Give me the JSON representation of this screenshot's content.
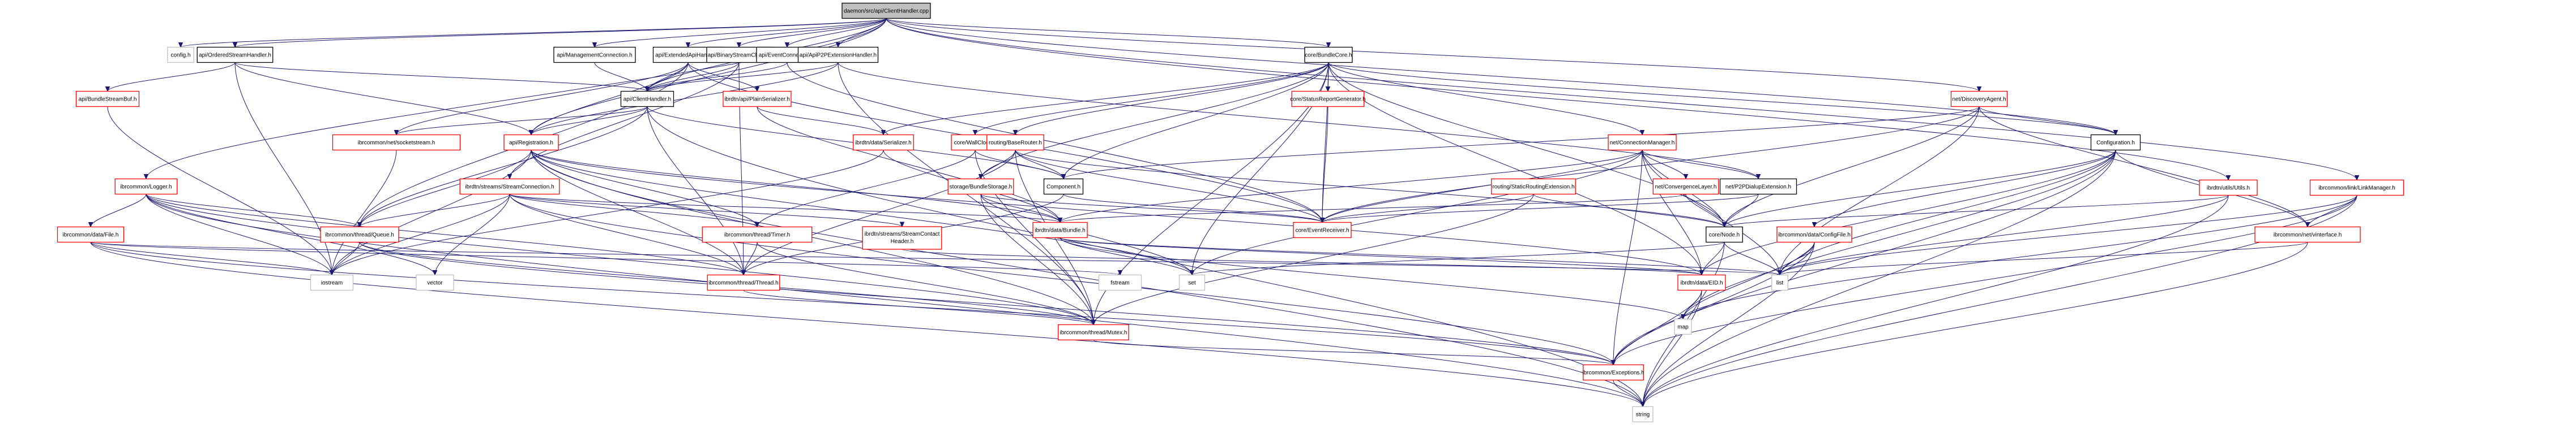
{
  "graph": {
    "title": "daemon/src/api/ClientHandler.cpp",
    "type": "include-dependency-graph",
    "legend": {
      "root": "file being documented (gray fill)",
      "plain": "documented header without further graph (black border)",
      "red": "header with truncated include graph (red border)",
      "sys": "system/std header (gray border)"
    },
    "colors": {
      "edge": "#191970",
      "root_fill": "#bfbfbf",
      "red_border": "#ff0000",
      "sys_border": "#bfbfbf",
      "plain_border": "#000000"
    },
    "nodes": [
      {
        "id": "root",
        "label": "daemon/src/api/ClientHandler.cpp",
        "kind": "root"
      },
      {
        "id": "config",
        "label": "config.h",
        "kind": "sys"
      },
      {
        "id": "ordered",
        "label": "api/OrderedStreamHandler.h",
        "kind": "plain"
      },
      {
        "id": "mgmt",
        "label": "api/ManagementConnection.h",
        "kind": "plain"
      },
      {
        "id": "extapi",
        "label": "api/ExtendedApiHandler.h",
        "kind": "plain"
      },
      {
        "id": "binclient",
        "label": "api/BinaryStreamClient.h",
        "kind": "plain"
      },
      {
        "id": "eventconn",
        "label": "api/EventConnection.h",
        "kind": "plain"
      },
      {
        "id": "p2pext",
        "label": "api/ApiP2PExtensionHandler.h",
        "kind": "plain"
      },
      {
        "id": "bundlecore",
        "label": "core/BundleCore.h",
        "kind": "plain"
      },
      {
        "id": "bsbuf",
        "label": "api/BundleStreamBuf.h",
        "kind": "red"
      },
      {
        "id": "clienth",
        "label": "api/ClientHandler.h",
        "kind": "plain"
      },
      {
        "id": "plainser",
        "label": "ibrdtn/api/PlainSerializer.h",
        "kind": "red"
      },
      {
        "id": "statusrep",
        "label": "core/StatusReportGenerator.h",
        "kind": "red"
      },
      {
        "id": "discovery",
        "label": "net/DiscoveryAgent.h",
        "kind": "red"
      },
      {
        "id": "socketstream",
        "label": "ibrcommon/net/socketstream.h",
        "kind": "red"
      },
      {
        "id": "registration",
        "label": "api/Registration.h",
        "kind": "red"
      },
      {
        "id": "serializer",
        "label": "ibrdtn/data/Serializer.h",
        "kind": "red"
      },
      {
        "id": "wallclock",
        "label": "core/WallClock.h",
        "kind": "red"
      },
      {
        "id": "baserouter",
        "label": "routing/BaseRouter.h",
        "kind": "red"
      },
      {
        "id": "connmgr",
        "label": "net/ConnectionManager.h",
        "kind": "red"
      },
      {
        "id": "configuration",
        "label": "Configuration.h",
        "kind": "plain"
      },
      {
        "id": "utils",
        "label": "ibrdtn/utils/Utils.h",
        "kind": "red"
      },
      {
        "id": "linkmgr",
        "label": "ibrcommon/link/LinkManager.h",
        "kind": "red"
      },
      {
        "id": "logger",
        "label": "ibrcommon/Logger.h",
        "kind": "red"
      },
      {
        "id": "streamconn",
        "label": "ibrdtn/streams/StreamConnection.h",
        "kind": "red"
      },
      {
        "id": "bundlestorage",
        "label": "storage/BundleStorage.h",
        "kind": "red"
      },
      {
        "id": "component",
        "label": "Component.h",
        "kind": "plain"
      },
      {
        "id": "staticrouting",
        "label": "routing/StaticRoutingExtension.h",
        "kind": "red"
      },
      {
        "id": "convlayer",
        "label": "net/ConvergenceLayer.h",
        "kind": "red"
      },
      {
        "id": "p2pdialup",
        "label": "net/P2PDialupExtension.h",
        "kind": "plain"
      },
      {
        "id": "file",
        "label": "ibrcommon/data/File.h",
        "kind": "red"
      },
      {
        "id": "queue",
        "label": "ibrcommon/thread/Queue.h",
        "kind": "red"
      },
      {
        "id": "timer",
        "label": "ibrcommon/thread/Timer.h",
        "kind": "red"
      },
      {
        "id": "sch",
        "label": "ibrdtn/streams/StreamContact Header.h",
        "kind": "red"
      },
      {
        "id": "bundle",
        "label": "ibrdtn/data/Bundle.h",
        "kind": "red"
      },
      {
        "id": "eventrecv",
        "label": "core/EventReceiver.h",
        "kind": "red"
      },
      {
        "id": "node",
        "label": "core/Node.h",
        "kind": "plain"
      },
      {
        "id": "configfile",
        "label": "ibrcommon/data/ConfigFile.h",
        "kind": "red"
      },
      {
        "id": "vinterface",
        "label": "ibrcommon/net/vinterface.h",
        "kind": "red"
      },
      {
        "id": "iostream",
        "label": "iostream",
        "kind": "sys"
      },
      {
        "id": "vector",
        "label": "vector",
        "kind": "sys"
      },
      {
        "id": "thread",
        "label": "ibrcommon/thread/Thread.h",
        "kind": "red"
      },
      {
        "id": "fstream",
        "label": "fstream",
        "kind": "sys"
      },
      {
        "id": "set",
        "label": "set",
        "kind": "sys"
      },
      {
        "id": "eid",
        "label": "ibrdtn/data/EID.h",
        "kind": "red"
      },
      {
        "id": "list",
        "label": "list",
        "kind": "sys"
      },
      {
        "id": "mutex",
        "label": "ibrcommon/thread/Mutex.h",
        "kind": "red"
      },
      {
        "id": "map",
        "label": "map",
        "kind": "sys"
      },
      {
        "id": "exceptions",
        "label": "ibrcommon/Exceptions.h",
        "kind": "red"
      },
      {
        "id": "string",
        "label": "string",
        "kind": "sys"
      }
    ],
    "edges": [
      [
        "root",
        "config"
      ],
      [
        "root",
        "ordered"
      ],
      [
        "root",
        "mgmt"
      ],
      [
        "root",
        "extapi"
      ],
      [
        "root",
        "binclient"
      ],
      [
        "root",
        "eventconn"
      ],
      [
        "root",
        "p2pext"
      ],
      [
        "root",
        "bundlecore"
      ],
      [
        "root",
        "discovery"
      ],
      [
        "root",
        "configuration"
      ],
      [
        "root",
        "utils"
      ],
      [
        "root",
        "linkmgr"
      ],
      [
        "root",
        "logger"
      ],
      [
        "root",
        "clienth"
      ],
      [
        "root",
        "registration"
      ],
      [
        "ordered",
        "bsbuf"
      ],
      [
        "ordered",
        "clienth"
      ],
      [
        "ordered",
        "iostream"
      ],
      [
        "ordered",
        "registration"
      ],
      [
        "mgmt",
        "clienth"
      ],
      [
        "extapi",
        "clienth"
      ],
      [
        "extapi",
        "plainser"
      ],
      [
        "extapi",
        "registration"
      ],
      [
        "extapi",
        "socketstream"
      ],
      [
        "extapi",
        "eventrecv"
      ],
      [
        "extapi",
        "queue"
      ],
      [
        "binclient",
        "clienth"
      ],
      [
        "binclient",
        "streamconn"
      ],
      [
        "binclient",
        "thread"
      ],
      [
        "eventconn",
        "clienth"
      ],
      [
        "eventconn",
        "eventrecv"
      ],
      [
        "p2pext",
        "clienth"
      ],
      [
        "p2pext",
        "p2pdialup"
      ],
      [
        "p2pext",
        "registration"
      ],
      [
        "p2pext",
        "mutex"
      ],
      [
        "bundlecore",
        "statusrep"
      ],
      [
        "bundlecore",
        "serializer"
      ],
      [
        "bundlecore",
        "wallclock"
      ],
      [
        "bundlecore",
        "baserouter"
      ],
      [
        "bundlecore",
        "connmgr"
      ],
      [
        "bundlecore",
        "bundlestorage"
      ],
      [
        "bundlecore",
        "component"
      ],
      [
        "bundlecore",
        "eventrecv"
      ],
      [
        "bundlecore",
        "eid"
      ],
      [
        "bundlecore",
        "set"
      ],
      [
        "bundlecore",
        "mutex"
      ],
      [
        "bundlecore",
        "configuration"
      ],
      [
        "bundlecore",
        "node"
      ],
      [
        "bsbuf",
        "iostream"
      ],
      [
        "clienth",
        "socketstream"
      ],
      [
        "clienth",
        "registration"
      ],
      [
        "clienth",
        "thread"
      ],
      [
        "clienth",
        "queue"
      ],
      [
        "clienth",
        "component"
      ],
      [
        "clienth",
        "string"
      ],
      [
        "plainser",
        "serializer"
      ],
      [
        "plainser",
        "bundle"
      ],
      [
        "statusrep",
        "eventrecv"
      ],
      [
        "discovery",
        "component"
      ],
      [
        "discovery",
        "configuration"
      ],
      [
        "discovery",
        "node"
      ],
      [
        "discovery",
        "vinterface"
      ],
      [
        "discovery",
        "eventrecv"
      ],
      [
        "discovery",
        "list"
      ],
      [
        "socketstream",
        "iostream"
      ],
      [
        "registration",
        "queue"
      ],
      [
        "registration",
        "timer"
      ],
      [
        "registration",
        "bundle"
      ],
      [
        "registration",
        "eid"
      ],
      [
        "registration",
        "set"
      ],
      [
        "registration",
        "thread"
      ],
      [
        "registration",
        "iostream"
      ],
      [
        "registration",
        "mutex"
      ],
      [
        "registration",
        "string"
      ],
      [
        "serializer",
        "bundle"
      ],
      [
        "serializer",
        "iostream"
      ],
      [
        "wallclock",
        "component"
      ],
      [
        "wallclock",
        "timer"
      ],
      [
        "wallclock",
        "mutex"
      ],
      [
        "baserouter",
        "bundlestorage"
      ],
      [
        "baserouter",
        "component"
      ],
      [
        "baserouter",
        "eventrecv"
      ],
      [
        "baserouter",
        "thread"
      ],
      [
        "baserouter",
        "node"
      ],
      [
        "baserouter",
        "mutex"
      ],
      [
        "connmgr",
        "convlayer"
      ],
      [
        "connmgr",
        "p2pdialup"
      ],
      [
        "connmgr",
        "node"
      ],
      [
        "connmgr",
        "eid"
      ],
      [
        "connmgr",
        "eventrecv"
      ],
      [
        "connmgr",
        "bundle"
      ],
      [
        "connmgr",
        "exceptions"
      ],
      [
        "connmgr",
        "list"
      ],
      [
        "connmgr",
        "set"
      ],
      [
        "configuration",
        "configfile"
      ],
      [
        "configuration",
        "node"
      ],
      [
        "configuration",
        "vinterface"
      ],
      [
        "configuration",
        "exceptions"
      ],
      [
        "configuration",
        "list"
      ],
      [
        "configuration",
        "map"
      ],
      [
        "configuration",
        "string"
      ],
      [
        "configuration",
        "eid"
      ],
      [
        "utils",
        "node"
      ],
      [
        "utils",
        "string"
      ],
      [
        "utils",
        "list"
      ],
      [
        "linkmgr",
        "vinterface"
      ],
      [
        "linkmgr",
        "map"
      ],
      [
        "linkmgr",
        "list"
      ],
      [
        "linkmgr",
        "string"
      ],
      [
        "linkmgr",
        "exceptions"
      ],
      [
        "logger",
        "file"
      ],
      [
        "logger",
        "queue"
      ],
      [
        "logger",
        "thread"
      ],
      [
        "logger",
        "iostream"
      ],
      [
        "logger",
        "vector"
      ],
      [
        "logger",
        "mutex"
      ],
      [
        "logger",
        "string"
      ],
      [
        "streamconn",
        "queue"
      ],
      [
        "streamconn",
        "timer"
      ],
      [
        "streamconn",
        "sch"
      ],
      [
        "streamconn",
        "bundle"
      ],
      [
        "streamconn",
        "iostream"
      ],
      [
        "streamconn",
        "vector"
      ],
      [
        "streamconn",
        "thread"
      ],
      [
        "streamconn",
        "exceptions"
      ],
      [
        "bundlestorage",
        "bundle"
      ],
      [
        "bundlestorage",
        "eventrecv"
      ],
      [
        "bundlestorage",
        "mutex"
      ],
      [
        "bundlestorage",
        "set"
      ],
      [
        "component",
        "thread"
      ],
      [
        "component",
        "eventrecv"
      ],
      [
        "staticrouting",
        "eventrecv"
      ],
      [
        "staticrouting",
        "node"
      ],
      [
        "staticrouting",
        "mutex"
      ],
      [
        "convlayer",
        "node"
      ],
      [
        "convlayer",
        "bundle"
      ],
      [
        "p2pdialup",
        "node"
      ],
      [
        "p2pdialup",
        "eventrecv"
      ],
      [
        "file",
        "iostream"
      ],
      [
        "file",
        "fstream"
      ],
      [
        "file",
        "list"
      ],
      [
        "file",
        "string"
      ],
      [
        "file",
        "exceptions"
      ],
      [
        "queue",
        "iostream"
      ],
      [
        "queue",
        "mutex"
      ],
      [
        "queue",
        "exceptions"
      ],
      [
        "timer",
        "thread"
      ],
      [
        "timer",
        "mutex"
      ],
      [
        "sch",
        "eid"
      ],
      [
        "bundle",
        "eid"
      ],
      [
        "bundle",
        "set"
      ],
      [
        "bundle",
        "list"
      ],
      [
        "bundle",
        "map"
      ],
      [
        "node",
        "eid"
      ],
      [
        "node",
        "list"
      ],
      [
        "node",
        "set"
      ],
      [
        "node",
        "string"
      ],
      [
        "configfile",
        "map"
      ],
      [
        "configfile",
        "list"
      ],
      [
        "configfile",
        "string"
      ],
      [
        "configfile",
        "exceptions"
      ],
      [
        "vinterface",
        "string"
      ],
      [
        "vinterface",
        "list"
      ],
      [
        "thread",
        "mutex"
      ],
      [
        "eid",
        "map"
      ],
      [
        "eid",
        "string"
      ],
      [
        "eid",
        "exceptions"
      ],
      [
        "mutex",
        "exceptions"
      ],
      [
        "exceptions",
        "string"
      ]
    ]
  }
}
